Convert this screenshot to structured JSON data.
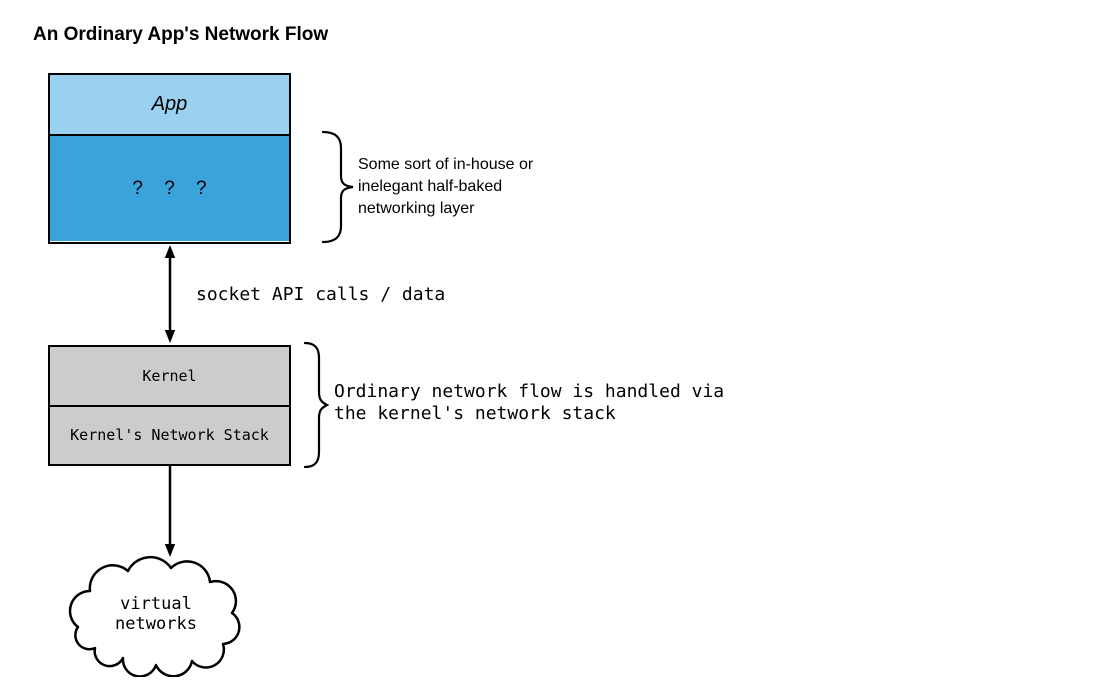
{
  "title": "An Ordinary App's Network Flow",
  "colors": {
    "app_fill": "#9AD1F1",
    "unknown_fill": "#3AA3DC",
    "kernel_fill": "#CCCCCC",
    "stroke": "#000000",
    "background": "#FFFFFF"
  },
  "app_stack": {
    "app_label": "App",
    "unknown_label": "? ? ?"
  },
  "app_annotation": {
    "line1": "Some sort of in-house or",
    "line2": "inelegant half-baked",
    "line3": "networking layer"
  },
  "socket_link": {
    "label": "socket API calls / data"
  },
  "kernel_stack": {
    "kernel_label": "Kernel",
    "network_stack_label": "Kernel's Network Stack"
  },
  "kernel_annotation": {
    "line1": "Ordinary network flow is handled via",
    "line2": "the kernel's network stack"
  },
  "cloud": {
    "line1": "virtual",
    "line2": "networks"
  }
}
